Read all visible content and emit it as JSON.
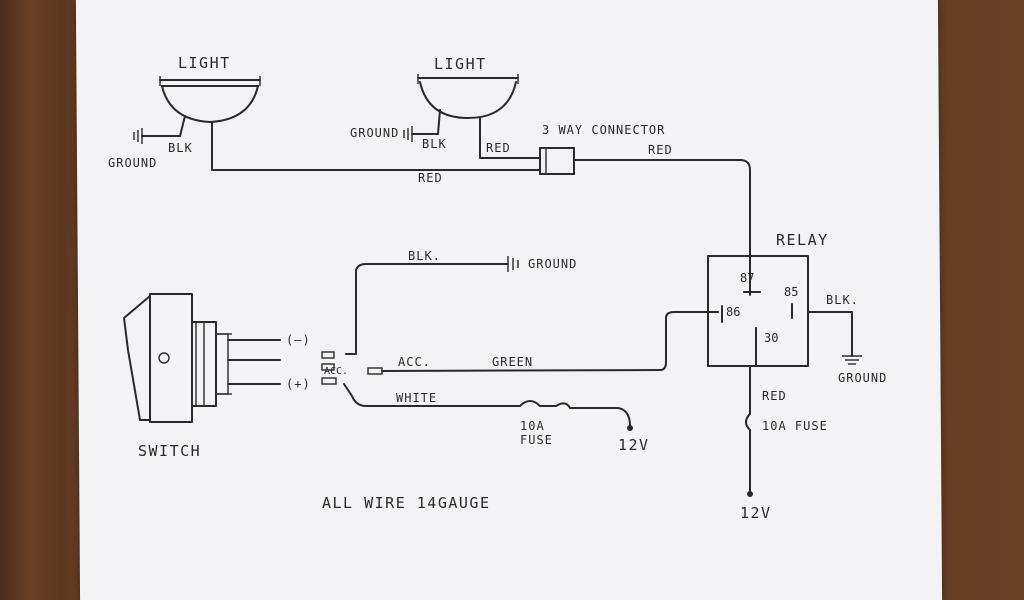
{
  "labels": {
    "light_left": "LIGHT",
    "light_right": "LIGHT",
    "ground_left": "GROUND",
    "blk_left": "BLK",
    "ground_right_light": "GROUND",
    "blk_right_light": "BLK",
    "red_light_right": "RED",
    "connector": "3 WAY CONNECTOR",
    "red_top": "RED",
    "red_bottom": "RED",
    "relay": "RELAY",
    "pin87": "87",
    "pin86": "86",
    "pin85": "85",
    "pin30": "30",
    "blk_relay": "BLK.",
    "ground_relay": "GROUND",
    "blk_switch": "BLK.",
    "ground_switch": "GROUND",
    "acc_switch": "ACC.",
    "acc_wire": "ACC.",
    "green": "GREEN",
    "neg": "(—)",
    "pos": "(+)",
    "white": "WHITE",
    "fuse_small_1": "10A",
    "fuse_small_2": "FUSE",
    "v12_left": "12V",
    "red_relay": "RED",
    "fuse_relay": "10A FUSE",
    "v12_right": "12V",
    "switch": "SWITCH",
    "all_wire": "ALL WIRE  14GAUGE"
  }
}
